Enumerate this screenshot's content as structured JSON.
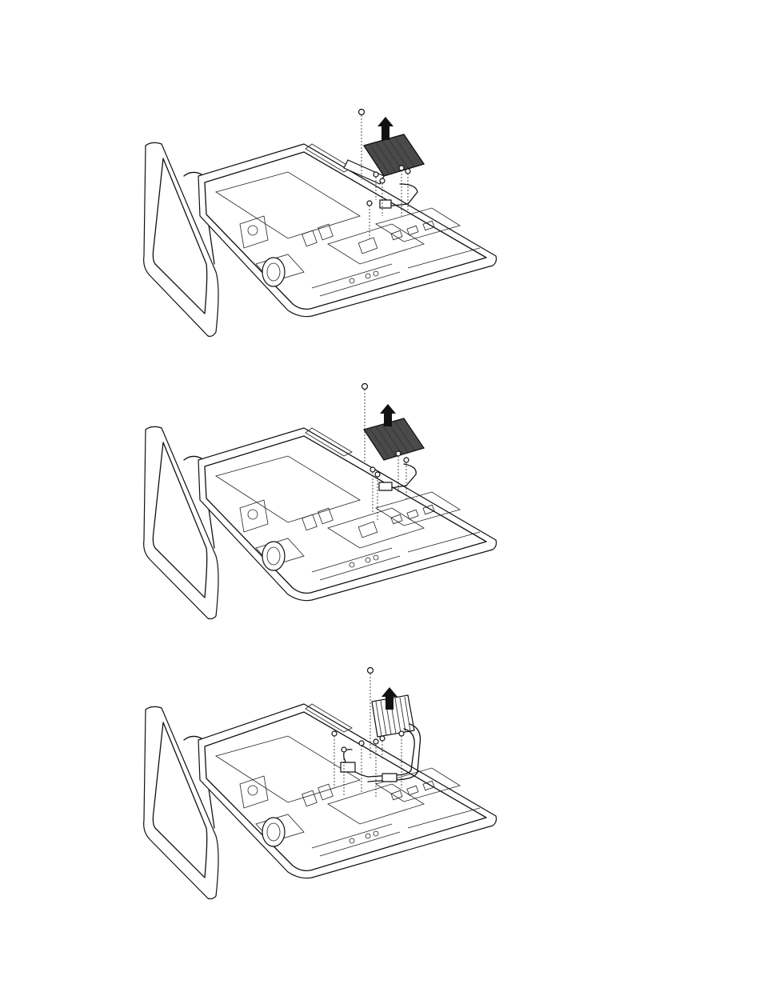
{
  "figure": {
    "panels": [
      {
        "id": "step-1",
        "heatsink_style": "diagonal-ribs",
        "screws_shown": 6
      },
      {
        "id": "step-2",
        "heatsink_style": "diagonal-ribs",
        "screws_shown": 5
      },
      {
        "id": "step-3",
        "heatsink_style": "vertical-fins",
        "screws_shown": 7
      }
    ],
    "arrow_direction": "up",
    "colors": {
      "line": "#111111",
      "background": "#ffffff",
      "heatsink_fill": "#555555"
    }
  }
}
